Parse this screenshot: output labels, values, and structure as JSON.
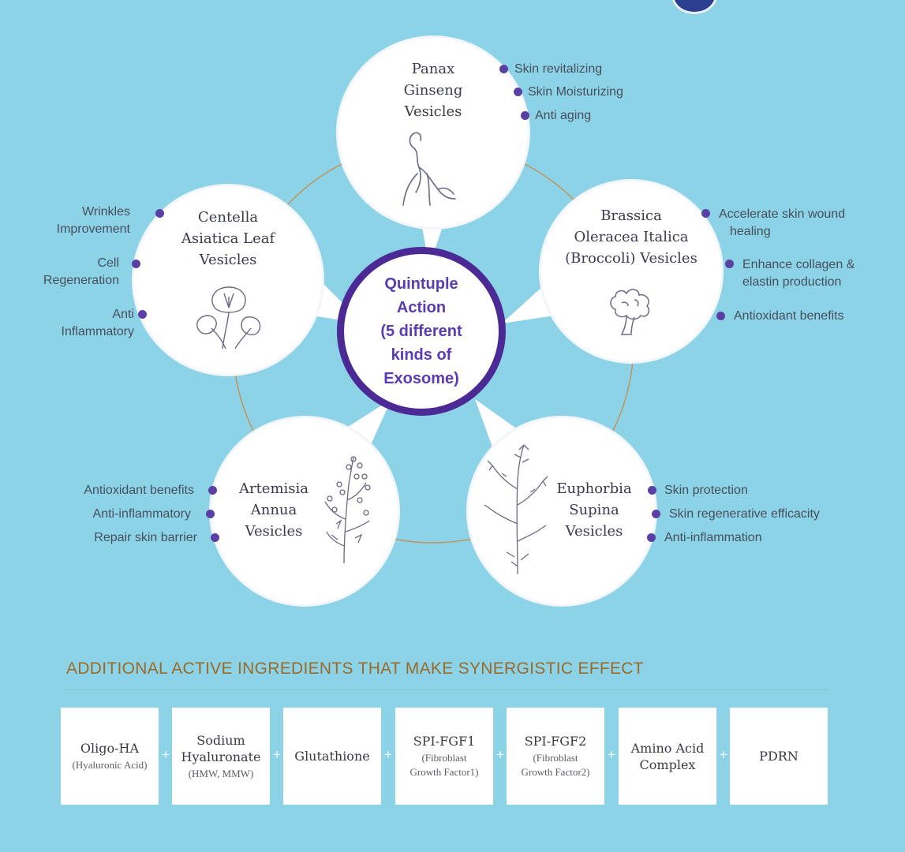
{
  "center": {
    "lines": [
      "Quintuple",
      "Action",
      "(5 different",
      "kinds of",
      "Exosome)"
    ]
  },
  "vesicles": {
    "panax": {
      "title": [
        "Panax",
        "Ginseng",
        "Vesicles"
      ],
      "icon": "ginseng-root-icon",
      "benefits": [
        "Skin revitalizing",
        "Skin Moisturizing",
        "Anti aging"
      ]
    },
    "centella": {
      "title": [
        "Centella",
        "Asiatica Leaf",
        "Vesicles"
      ],
      "icon": "centella-leaf-icon",
      "benefits": [
        [
          "Wrinkles",
          "Improvement"
        ],
        [
          "Cell",
          "Regeneration"
        ],
        [
          "Anti",
          "Inflammatory"
        ]
      ]
    },
    "brassica": {
      "title": [
        "Brassica",
        "Oleracea Italica",
        "(Broccoli) Vesicles"
      ],
      "icon": "broccoli-icon",
      "benefits": [
        [
          "Accelerate skin wound",
          "healing"
        ],
        [
          "Enhance collagen &",
          "elastin production"
        ],
        [
          "Antioxidant benefits"
        ]
      ]
    },
    "artemisia": {
      "title": [
        "Artemisia",
        "Annua",
        "Vesicles"
      ],
      "icon": "artemisia-plant-icon",
      "benefits": [
        "Antioxidant benefits",
        "Anti-inflammatory",
        "Repair skin barrier"
      ]
    },
    "euphorbia": {
      "title": [
        "Euphorbia",
        "Supina",
        "Vesicles"
      ],
      "icon": "euphorbia-plant-icon",
      "benefits": [
        "Skin protection",
        "Skin regenerative efficacity",
        "Anti-inflammation"
      ]
    }
  },
  "section": {
    "title": "ADDITIONAL ACTIVE INGREDIENTS THAT MAKE SYNERGISTIC EFFECT",
    "plus": "+",
    "ingredients": [
      {
        "name": [
          "Oligo-HA"
        ],
        "sub": [
          "(Hyaluronic Acid)"
        ]
      },
      {
        "name": [
          "Sodium",
          "Hyaluronate"
        ],
        "sub": [
          "(HMW, MMW)"
        ]
      },
      {
        "name": [
          "Glutathione"
        ],
        "sub": []
      },
      {
        "name": [
          "SPI-FGF1"
        ],
        "sub": [
          "(Fibroblast",
          "Growth Factor1)"
        ]
      },
      {
        "name": [
          "SPI-FGF2"
        ],
        "sub": [
          "(Fibroblast",
          "Growth Factor2)"
        ]
      },
      {
        "name": [
          "Amino Acid",
          "Complex"
        ],
        "sub": []
      },
      {
        "name": [
          "PDRN"
        ],
        "sub": []
      }
    ]
  },
  "colors": {
    "background": "#8dd3e8",
    "accent": "#4b2a96",
    "dot": "#5a3fa5",
    "heading": "#9a6a2a"
  },
  "logo_icon": "seal-logo-icon"
}
